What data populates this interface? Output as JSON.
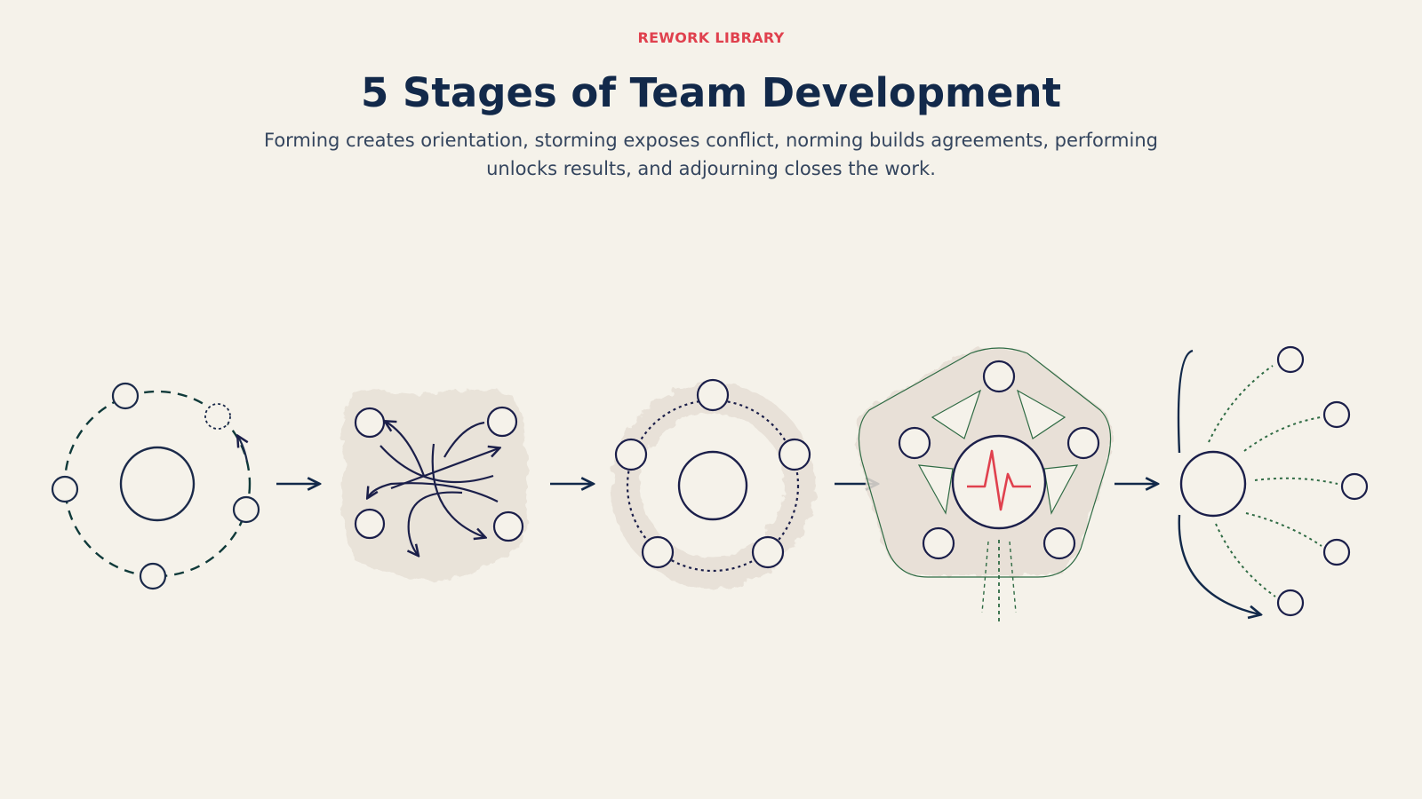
{
  "header": {
    "eyebrow": "REWORK LIBRARY",
    "title": "5 Stages of Team Development",
    "subtitle": "Forming creates orientation, storming exposes conflict, norming builds agreements, performing unlocks results, and adjourning closes the work."
  },
  "stages": [
    {
      "key": "forming",
      "icon": "orbit-circle-icon"
    },
    {
      "key": "storming",
      "icon": "crossing-arrows-icon"
    },
    {
      "key": "norming",
      "icon": "ring-circle-icon"
    },
    {
      "key": "performing",
      "icon": "heartbeat-hub-icon"
    },
    {
      "key": "adjourning",
      "icon": "dispersing-nodes-icon"
    }
  ],
  "colors": {
    "navy": "#12294a",
    "stroke": "#1b2a4a",
    "green": "#2f6b44",
    "red": "#e0414e",
    "texture": "#e6ded4",
    "background": "#f5f2ea"
  }
}
